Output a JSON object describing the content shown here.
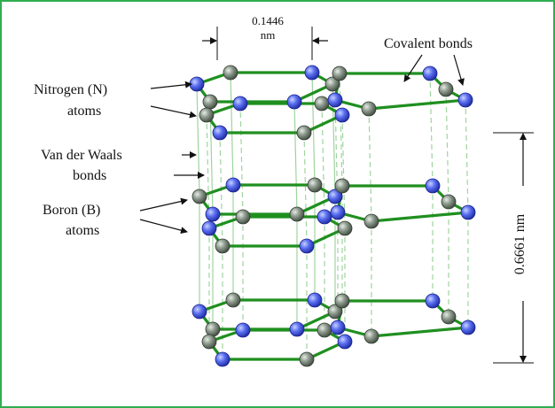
{
  "labels": {
    "spacing_value": "0.1446",
    "spacing_unit": "nm",
    "covalent": "Covalent bonds",
    "nitrogen_line1": "Nitrogen (N)",
    "nitrogen_line2": "atoms",
    "vdw_line1": "Van der Waals",
    "vdw_line2": "bonds",
    "boron_line1": "Boron (B)",
    "boron_line2": "atoms",
    "interlayer": "0.6661 nm"
  },
  "colors": {
    "frame": "#2fae4f",
    "bond": "#1f8f1f",
    "vdw": "#9fd49f",
    "nitrogen": "#3b50d8",
    "boron": "#6f7d6f"
  }
}
